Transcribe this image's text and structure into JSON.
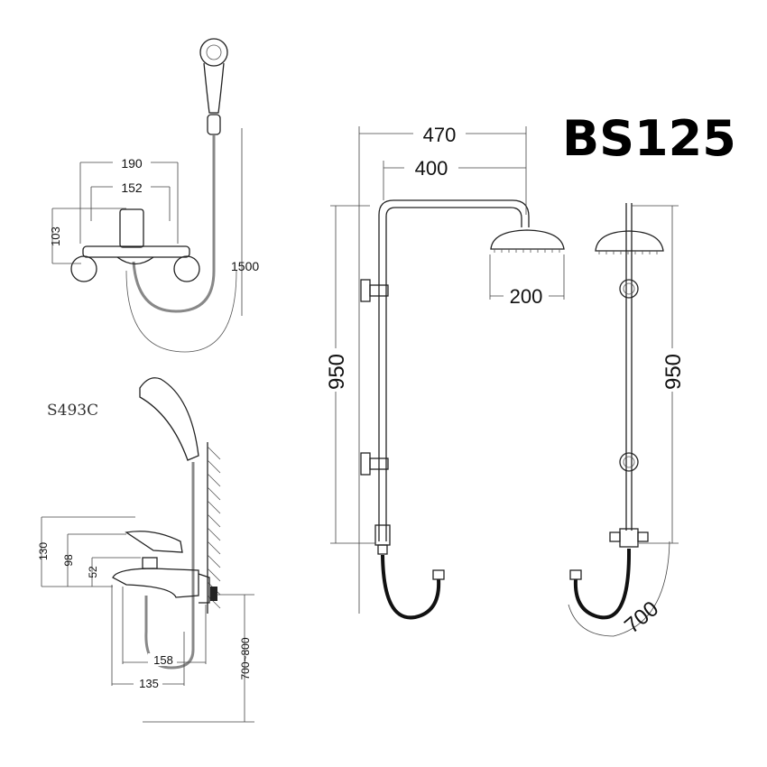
{
  "title": "BS125",
  "model_label": "S493C",
  "top_left_view": {
    "dims": {
      "width_outer": "190",
      "width_inner": "152",
      "height": "103",
      "hose_length": "1500"
    }
  },
  "bottom_left_view": {
    "dims": {
      "h1": "130",
      "h2": "98",
      "h3": "52",
      "depth1": "158",
      "depth2": "135",
      "mount_height": "700~800"
    }
  },
  "shower_column": {
    "dims": {
      "overall_width": "470",
      "arm_length": "400",
      "head_diameter": "200",
      "height_front": "950",
      "height_side": "950",
      "hose_length": "700"
    }
  }
}
